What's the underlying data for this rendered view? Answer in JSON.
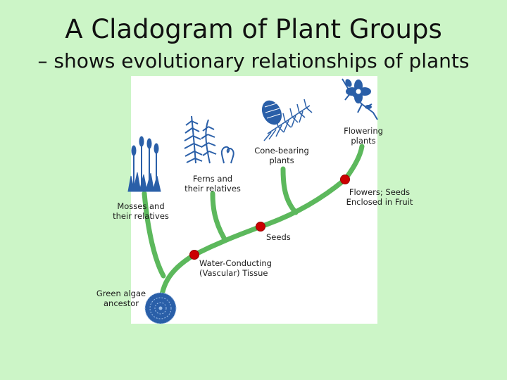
{
  "slide": {
    "title": "A Cladogram of Plant Groups",
    "subtitle": "– shows evolutionary relationships of plants"
  },
  "groups": {
    "mosses": [
      "Mosses and",
      "their relatives"
    ],
    "ferns": [
      "Ferns and",
      "their relatives"
    ],
    "cone": [
      "Cone-bearing",
      "plants"
    ],
    "flowering": [
      "Flowering",
      "plants"
    ],
    "ancestor": [
      "Green algae",
      "ancestor"
    ]
  },
  "traits": {
    "vascular": [
      "Water-Conducting",
      "(Vascular) Tissue"
    ],
    "seeds": [
      "Seeds"
    ],
    "fruit": [
      "Flowers; Seeds",
      "Enclosed in Fruit"
    ]
  },
  "colors": {
    "background": "#ccf5c7",
    "branch": "#5cb85c",
    "node": "#cc0000",
    "illustration": "#2a5fa8"
  },
  "icons": [
    "moss-icon",
    "fern-icon",
    "pinecone-icon",
    "flower-icon",
    "algae-icon"
  ]
}
